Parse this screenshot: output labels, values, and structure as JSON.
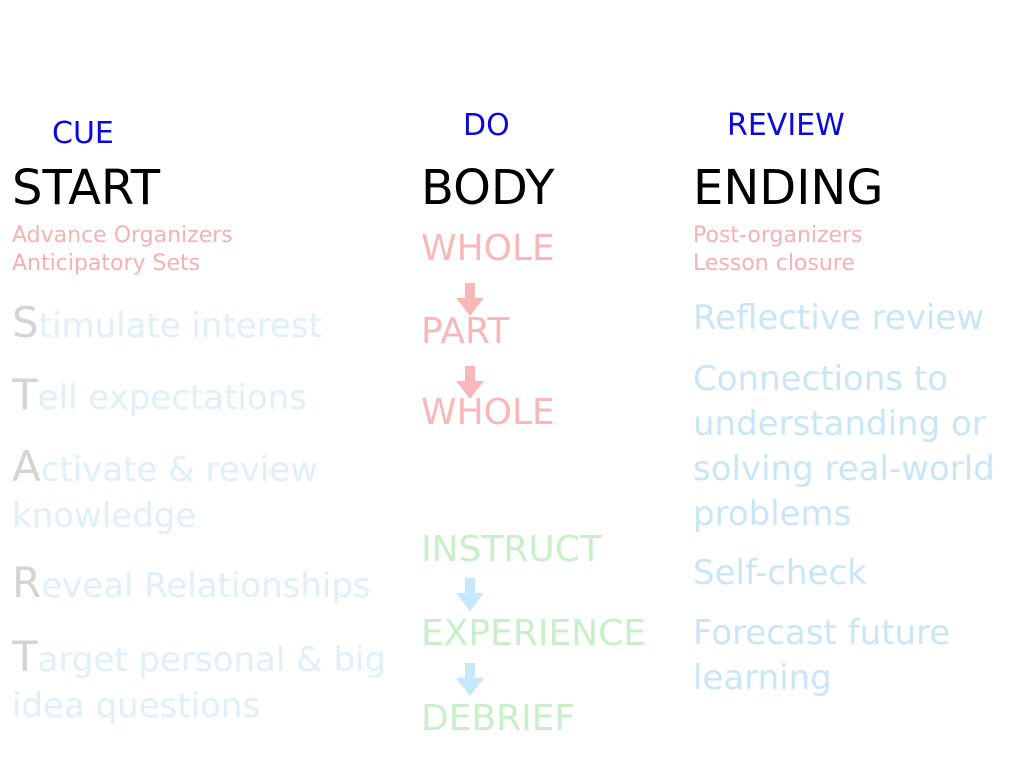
{
  "columns": {
    "cue": {
      "label": "CUE",
      "title": "START"
    },
    "do": {
      "label": "DO",
      "title": "BODY"
    },
    "review": {
      "label": "REVIEW",
      "title": "ENDING"
    }
  },
  "start": {
    "sub": [
      "Advance Organizers",
      "Anticipatory Sets"
    ],
    "items": [
      {
        "letter": "S",
        "rest": "timulate interest"
      },
      {
        "letter": "T",
        "rest": "ell expectations"
      },
      {
        "letter": "A",
        "rest": "ctivate & review knowledge"
      },
      {
        "letter": "R",
        "rest": "eveal Relationships"
      },
      {
        "letter": "T",
        "rest": "arget personal & big idea questions"
      }
    ]
  },
  "body": {
    "flow1": [
      "WHOLE",
      "PART",
      "WHOLE"
    ],
    "flow2": [
      "INSTRUCT",
      "EXPERIENCE",
      "DEBRIEF"
    ]
  },
  "ending": {
    "sub": [
      "Post-organizers",
      "Lesson closure"
    ],
    "items": [
      "Reflective review",
      "Connections to understanding or solving real-world problems",
      "Self-check",
      "Forecast future learning"
    ]
  },
  "colors": {
    "cue_label": "#0a0ae0",
    "title": "#000000",
    "pink_text": "#f7b1b1",
    "pink_arrow": "#f8b8b8",
    "blue_arrow": "#c6e8fa",
    "green_text": "#c8f0c8",
    "light_blue_text": "#c9e6f8"
  }
}
